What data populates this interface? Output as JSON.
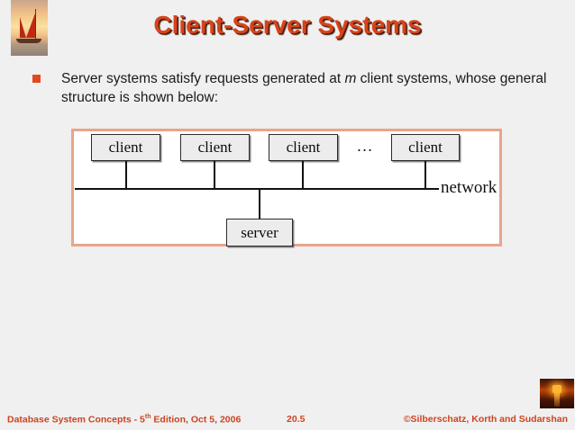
{
  "slide": {
    "title": "Client-Server Systems",
    "background_color": "#f0f0f0",
    "title_color": "#d8431a"
  },
  "bullets": [
    {
      "marker": "square-bullet",
      "text_before_italic": "Server systems satisfy requests generated at ",
      "italic_word": "m",
      "text_after_italic": " client systems, whose general structure is shown below:"
    }
  ],
  "diagram": {
    "frame_border_color": "#e8a58c",
    "clients": [
      {
        "label": "client"
      },
      {
        "label": "client"
      },
      {
        "label": "client"
      },
      {
        "label": "client"
      }
    ],
    "ellipsis": "…",
    "server": {
      "label": "server"
    },
    "network_label": "network"
  },
  "images": {
    "top_left": "sailboat-sunset-photo",
    "bottom_right": "sunset-ocean-photo"
  },
  "footer": {
    "source_prefix": "Database System Concepts - 5",
    "source_sup": "th",
    "source_suffix": " Edition, Oct 5, 2006",
    "page_number": "20.5",
    "copyright": "©Silberschatz, Korth and Sudarshan",
    "color": "#cc4422"
  }
}
